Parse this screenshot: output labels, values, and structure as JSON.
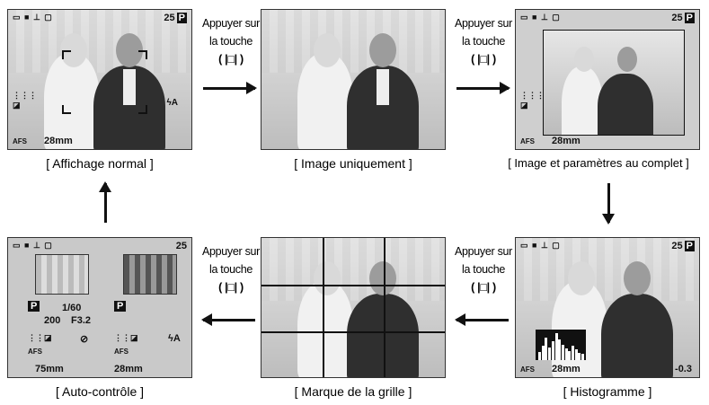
{
  "instruction": {
    "line1": "Appuyer sur",
    "line2": "la touche",
    "button": "( |□| )"
  },
  "screens": [
    {
      "caption": "[ Affichage normal ]",
      "shots_left": "25",
      "mode": "P",
      "focal": "28mm",
      "af": "AFS",
      "status": "▭ ■  ⊥ ▢",
      "flash": "ϟA"
    },
    {
      "caption": "[ Image uniquement ]"
    },
    {
      "caption": "[ Image et paramètres au complet ]",
      "shots_left": "25",
      "mode": "P",
      "focal": "28mm",
      "af": "AFS",
      "status": "▭ ■  ⊥ ▢"
    },
    {
      "caption": "[ Histogramme ]",
      "shots_left": "25",
      "mode": "P",
      "focal": "28mm",
      "af": "AFS",
      "status": "▭ ■  ⊥ ▢",
      "exposure": "-0.3",
      "histogram": [
        8,
        14,
        22,
        12,
        18,
        26,
        20,
        15,
        11,
        9,
        14,
        10,
        7,
        6
      ]
    },
    {
      "caption": "[ Marque de la grille ]"
    },
    {
      "caption": "[ Auto-contrôle ]",
      "shots_left": "25",
      "status": "▭ ■  ⊥ ▢",
      "mode1": "P",
      "mode2": "P",
      "shutter": "1/60",
      "iso": "200",
      "aperture": "F3.2",
      "focal1": "75mm",
      "focal2": "28mm",
      "af1": "AFS",
      "af2": "AFS",
      "flash": "ϟA"
    }
  ]
}
